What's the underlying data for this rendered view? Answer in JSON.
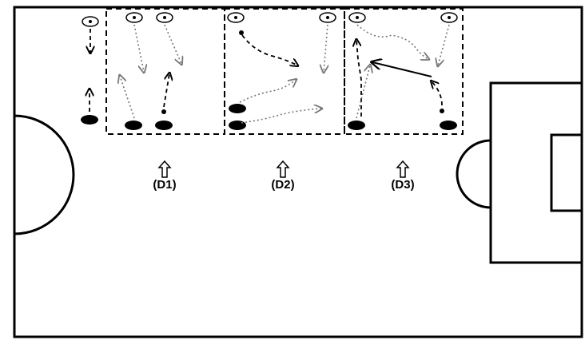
{
  "zones": [
    {
      "id": "d1",
      "label": "(D1)"
    },
    {
      "id": "d2",
      "label": "(D2)"
    },
    {
      "id": "d3",
      "label": "(D3)"
    }
  ],
  "colors": {
    "line": "#000000",
    "pitch": "#ffffff",
    "run_path": "#777777"
  },
  "legend_icons": {
    "attacker": "open-oval-marker",
    "defender": "filled-oval-marker",
    "ball": "dot",
    "zone_arrow": "hollow-up-arrow"
  }
}
